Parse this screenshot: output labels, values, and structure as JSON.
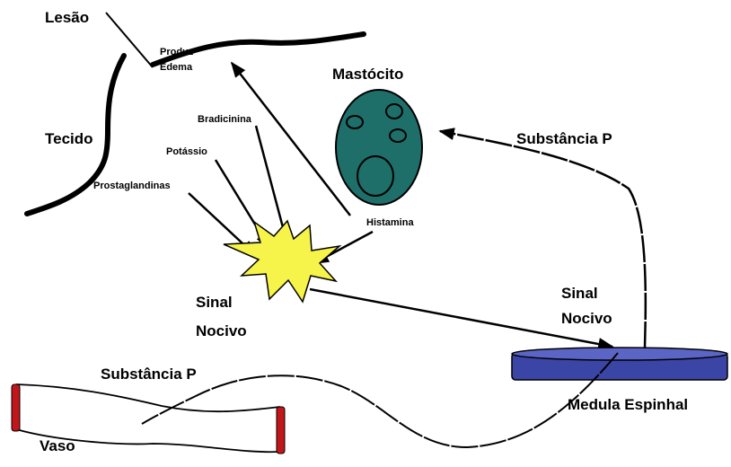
{
  "labels": {
    "lesao": "Lesão",
    "tecido": "Tecido",
    "produz": "Produz",
    "edema": "Edema",
    "mastocito": "Mastócito",
    "substancia_p_right": "Substância P",
    "bradicinina": "Bradicinina",
    "potassio": "Potássio",
    "prostaglandinas": "Prostaglandinas",
    "histamina": "Histamina",
    "sinal_nocivo_left_1": "Sinal",
    "sinal_nocivo_left_2": "Nocivo",
    "sinal_nocivo_right_1": "Sinal",
    "sinal_nocivo_right_2": "Nocivo",
    "substancia_p_bottom": "Substância P",
    "medula_espinhal": "Medula Espinhal",
    "vaso": "Vaso"
  },
  "colors": {
    "mast_cell": "#1e6e6a",
    "mast_cell_dark": "#0e3e3b",
    "starburst": "#f6f34a",
    "spinal_cord": "#3b45a6",
    "vessel_cap": "#c2161a",
    "line": "#000000"
  }
}
